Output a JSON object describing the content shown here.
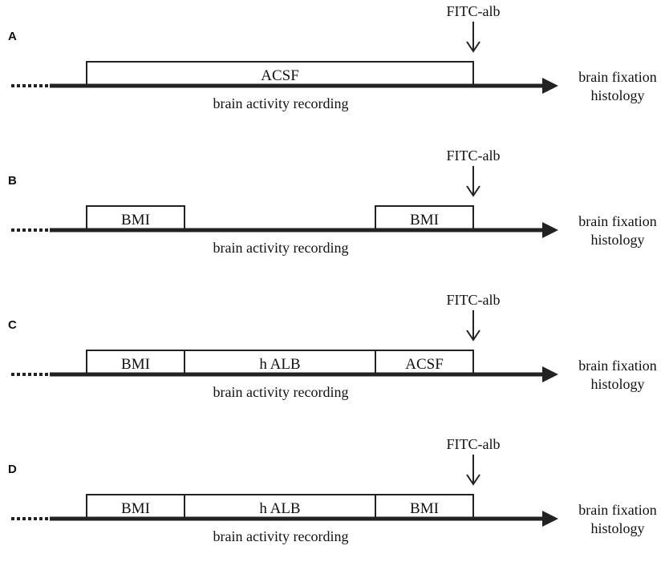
{
  "panels": [
    {
      "label": "A",
      "segments": [
        "ACSF"
      ],
      "injection": "FITC-alb",
      "recording": "brain activity recording",
      "endpoint": [
        "brain fixation",
        "histology"
      ]
    },
    {
      "label": "B",
      "segments": [
        "BMI",
        "",
        "BMI"
      ],
      "injection": "FITC-alb",
      "recording": "brain activity recording",
      "endpoint": [
        "brain fixation",
        "histology"
      ]
    },
    {
      "label": "C",
      "segments": [
        "BMI",
        "h ALB",
        "ACSF"
      ],
      "injection": "FITC-alb",
      "recording": "brain activity recording",
      "endpoint": [
        "brain fixation",
        "histology"
      ]
    },
    {
      "label": "D",
      "segments": [
        "BMI",
        "h ALB",
        "BMI"
      ],
      "injection": "FITC-alb",
      "recording": "brain activity recording",
      "endpoint": [
        "brain fixation",
        "histology"
      ]
    }
  ],
  "colors": {
    "line": "#222222"
  }
}
